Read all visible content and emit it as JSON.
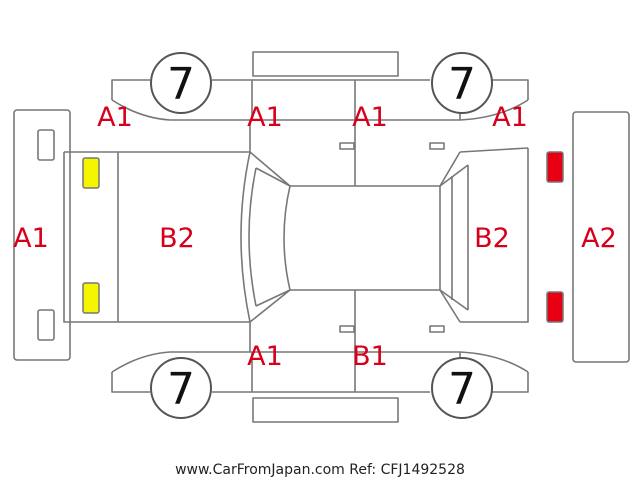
{
  "colors": {
    "code_text": "#d6001c",
    "outline": "#777777",
    "lamp_front": "#f5f500",
    "lamp_rear": "#e60012"
  },
  "wheels": {
    "front_left": "7",
    "rear_left": "7",
    "front_right": "7",
    "rear_right": "7"
  },
  "codes": {
    "front_bumper": "A1",
    "front_left_fender": "A1",
    "front_left_door": "A1",
    "rear_left_door": "A1",
    "rear_left_quarter": "A1",
    "hood": "B2",
    "trunk_lid": "B2",
    "rear_bumper": "A2",
    "front_right_door": "A1",
    "rear_right_door": "B1"
  },
  "footer": "www.CarFromJapan.com Ref: CFJ1492528"
}
